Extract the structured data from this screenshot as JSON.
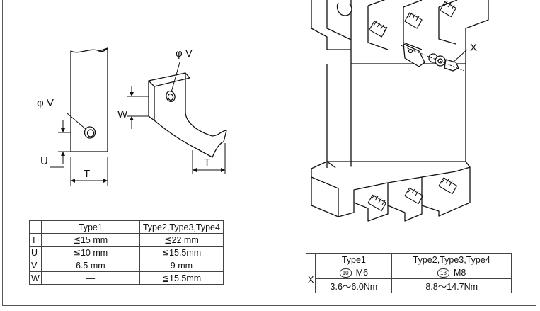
{
  "labels": {
    "phi_v": "φ V",
    "u": "U",
    "t": "T",
    "w": "W",
    "x": "X"
  },
  "bar_table": {
    "headers": [
      "",
      "Type1",
      "Type2,Type3,Type4"
    ],
    "rows": [
      {
        "key": "T",
        "type1": "≦15 mm",
        "type234": "≦22  mm"
      },
      {
        "key": "U",
        "type1": "≦10 mm",
        "type234": "≦15.5mm"
      },
      {
        "key": "V",
        "type1": "6.5 mm",
        "type234": "9  mm"
      },
      {
        "key": "W",
        "type1": "—",
        "type234": "≦15.5mm"
      }
    ]
  },
  "torque_table": {
    "headers": [
      "",
      "Type1",
      "Type2,Type3,Type4"
    ],
    "row_key": "X",
    "bolt_type1": {
      "wrench": "10",
      "size": "M6"
    },
    "bolt_type234": {
      "wrench": "13",
      "size": "M8"
    },
    "torque_type1": "3.6～6.0Nm",
    "torque_type234": "8.8～14.7Nm"
  }
}
